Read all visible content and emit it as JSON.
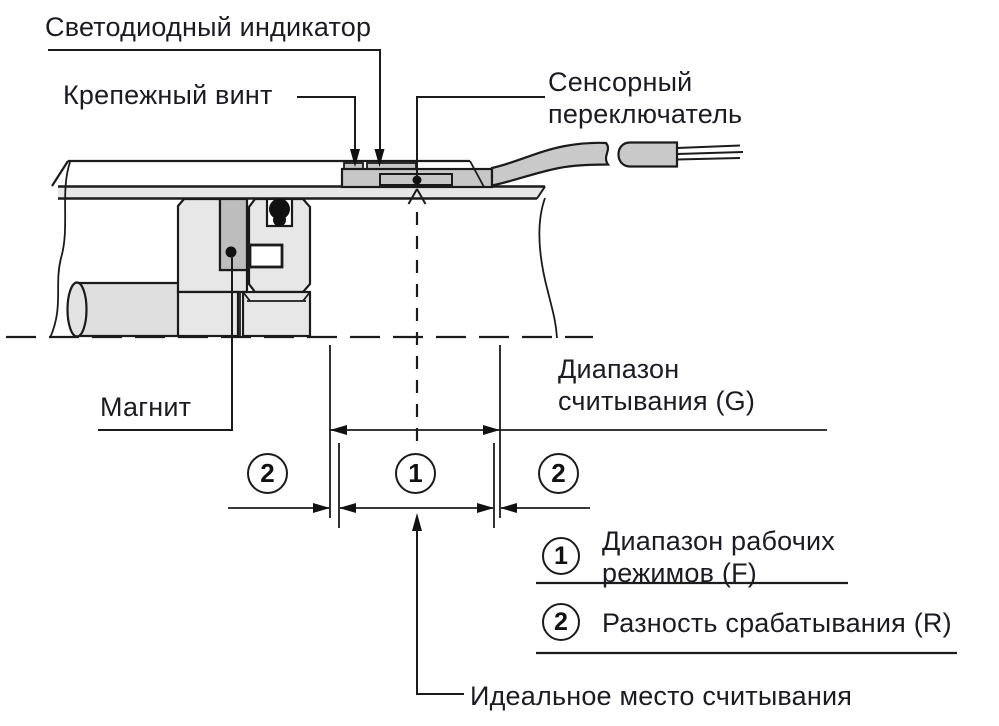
{
  "labels": {
    "led_indicator": "Светодиодный индикатор",
    "mounting_screw": "Крепежный винт",
    "sensor_switch": [
      "Сенсорный",
      "переключатель"
    ],
    "magnet": "Магнит",
    "reading_range": [
      "Диапазон",
      "считывания (G)"
    ],
    "ideal_reading_position": "Идеальное место считывания"
  },
  "callouts": {
    "operating_range_marker": "1",
    "hysteresis_marker_left": "2",
    "hysteresis_marker_right": "2"
  },
  "legend": [
    {
      "marker": "1",
      "lines": [
        "Диапазон рабочих",
        "режимов (F)"
      ]
    },
    {
      "marker": "2",
      "lines": [
        "Разность срабатывания (R)"
      ]
    }
  ],
  "symbols": {
    "reading_range_code": "G",
    "operating_range_code": "F",
    "hysteresis_code": "R"
  },
  "colors": {
    "line": "#1b1b1b",
    "text": "#1b1b22",
    "part_light_gray": "#e7e7e7",
    "sensor_gray": "#c7c7c7",
    "cable_gray": "#c9c9c9",
    "magnet_gray": "#bdbdbd",
    "background": "#ffffff"
  }
}
